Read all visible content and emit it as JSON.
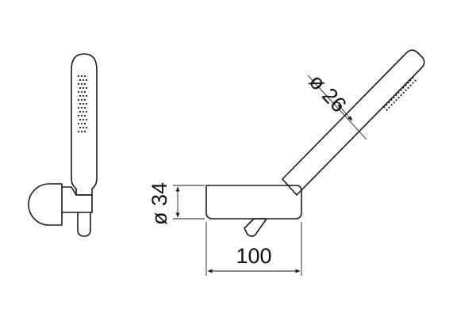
{
  "dimensions": {
    "hose_diameter": "ø 26",
    "holder_diameter": "ø 34",
    "holder_length": "100"
  },
  "colors": {
    "line": "#1a1a1a",
    "background": "#ffffff"
  }
}
